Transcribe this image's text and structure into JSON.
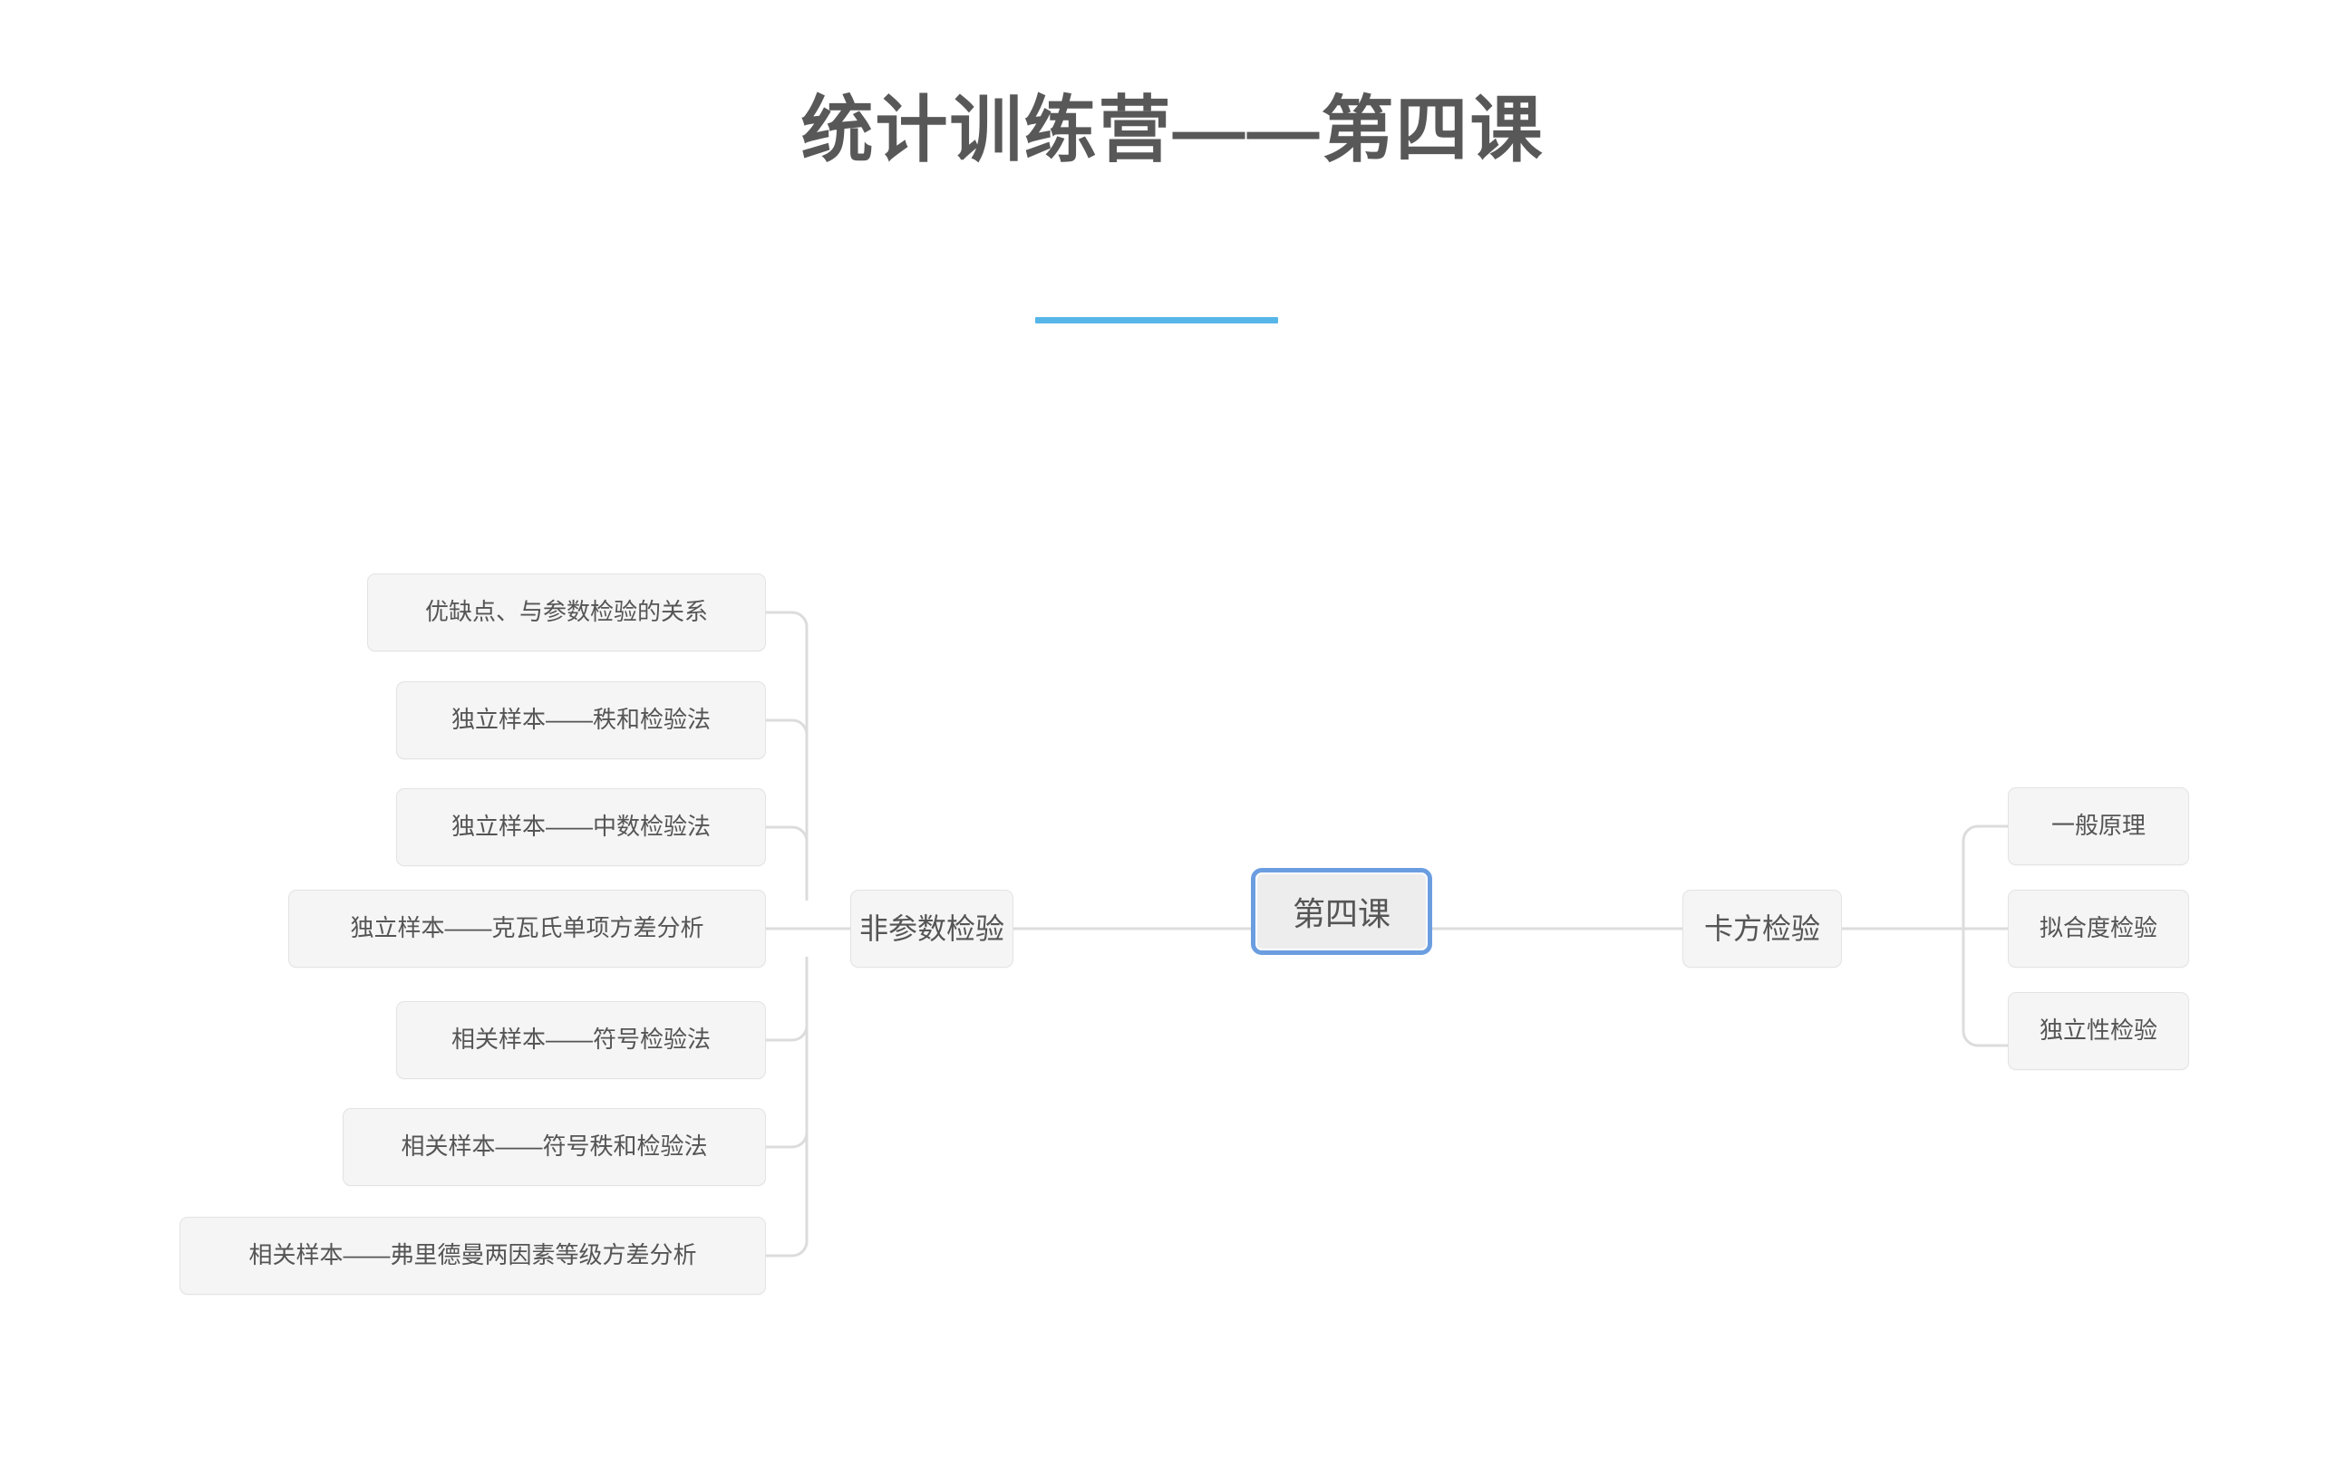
{
  "page": {
    "title": "统计训练营——第四课",
    "background_color": "#ffffff",
    "accent_color": "#56b6e8",
    "title_color": "#585858",
    "node_fill": "#f5f5f5",
    "node_border": "#e3e3e3",
    "node_text_color": "#555555",
    "root_border_color": "#6b9ee0",
    "connector_color": "#dcdcdc"
  },
  "mindmap": {
    "root": {
      "label": "第四课"
    },
    "branches": [
      {
        "id": "nonparametric",
        "label": "非参数检验",
        "side": "left",
        "children": [
          {
            "label": "优缺点、与参数检验的关系"
          },
          {
            "label": "独立样本——秩和检验法"
          },
          {
            "label": "独立样本——中数检验法"
          },
          {
            "label": "独立样本——克瓦氏单项方差分析"
          },
          {
            "label": "相关样本——符号检验法"
          },
          {
            "label": "相关样本——符号秩和检验法"
          },
          {
            "label": "相关样本——弗里德曼两因素等级方差分析"
          }
        ]
      },
      {
        "id": "chi-square",
        "label": "卡方检验",
        "side": "right",
        "children": [
          {
            "label": "一般原理"
          },
          {
            "label": "拟合度检验"
          },
          {
            "label": "独立性检验"
          }
        ]
      }
    ]
  }
}
